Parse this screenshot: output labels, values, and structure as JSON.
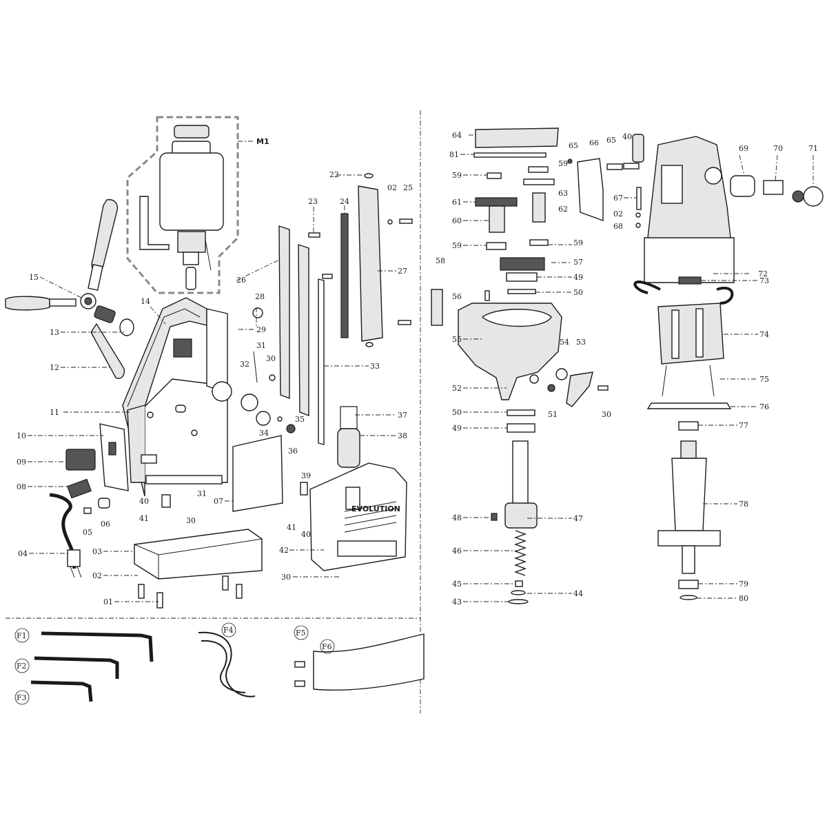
{
  "callouts": {
    "m1": "M1",
    "01": "01",
    "02": "02",
    "03": "03",
    "04": "04",
    "05": "05",
    "06": "06",
    "07": "07",
    "08": "08",
    "09": "09",
    "10": "10",
    "11": "11",
    "12": "12",
    "13": "13",
    "14": "14",
    "15": "15",
    "22": "22",
    "23": "23",
    "24": "24",
    "25": "25",
    "26": "26",
    "27": "27",
    "28": "28",
    "29": "29",
    "30": "30",
    "31": "31",
    "32": "32",
    "33": "33",
    "34": "34",
    "35": "35",
    "36": "36",
    "37": "37",
    "38": "38",
    "39": "39",
    "40": "40",
    "41": "41",
    "42": "42",
    "43": "43",
    "44": "44",
    "45": "45",
    "46": "46",
    "47": "47",
    "48": "48",
    "49": "49",
    "50": "50",
    "51": "51",
    "52": "52",
    "53": "53",
    "54": "54",
    "55": "55",
    "56": "56",
    "57": "57",
    "58": "58",
    "59": "59",
    "60": "60",
    "61": "61",
    "62": "62",
    "63": "63",
    "64": "64",
    "65": "65",
    "66": "66",
    "67": "67",
    "68": "68",
    "69": "69",
    "70": "70",
    "71": "71",
    "72": "72",
    "73": "73",
    "74": "74",
    "75": "75",
    "76": "76",
    "77": "77",
    "78": "78",
    "79": "79",
    "80": "80",
    "81": "81",
    "f1": "F1",
    "f2": "F2",
    "f3": "F3",
    "f4": "F4",
    "f5": "F5",
    "f6": "F6"
  },
  "cover_brand": "EVOLUTION"
}
